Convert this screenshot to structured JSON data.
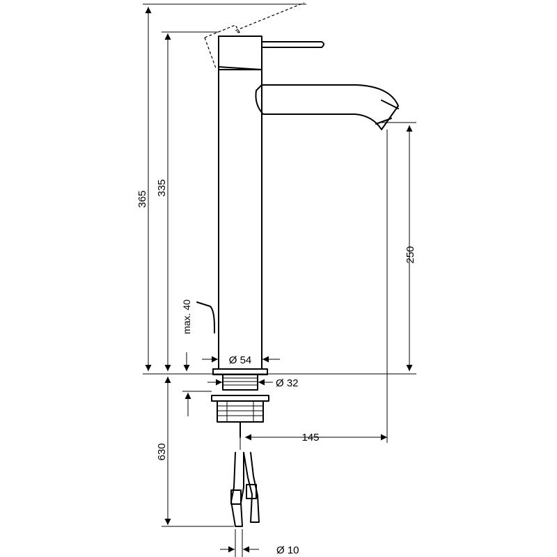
{
  "dimensions": {
    "total_height": "365",
    "body_height": "335",
    "spout_height": "250",
    "max_thickness": "max. 40",
    "base_diameter": "Ø 54",
    "thread_diameter": "Ø 32",
    "spout_reach": "145",
    "hose_length": "630",
    "hose_diameter": "Ø 10"
  },
  "colors": {
    "line": "#000000",
    "background": "#ffffff"
  }
}
